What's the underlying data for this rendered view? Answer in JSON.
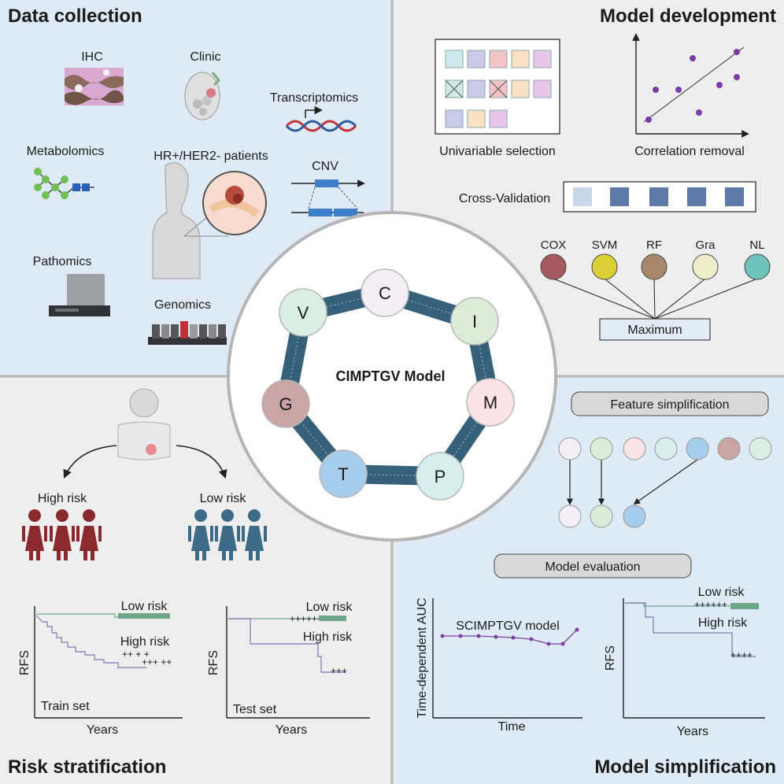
{
  "quadrants": {
    "data_collection": {
      "title": "Data collection",
      "labels": {
        "ihc": "IHC",
        "clinic": "Clinic",
        "transcriptomics": "Transcriptomics",
        "metabolomics": "Metabolomics",
        "patients": "HR+/HER2- patients",
        "cnv": "CNV",
        "pathomics": "Pathomics",
        "genomics": "Genomics"
      }
    },
    "model_development": {
      "title": "Model development",
      "univariable_selection": "Univariable selection",
      "correlation_removal": "Correlation removal",
      "cross_validation": "Cross-Validation",
      "algorithms": [
        {
          "name": "COX",
          "color": "#a65a5f"
        },
        {
          "name": "SVM",
          "color": "#d9d137"
        },
        {
          "name": "RF",
          "color": "#a8886a"
        },
        {
          "name": "Gra",
          "color": "#f1eecd"
        },
        {
          "name": "NL",
          "color": "#6ec3bc"
        }
      ],
      "maximum": "Maximum"
    },
    "risk_stratification": {
      "title": "Risk stratification",
      "high_risk": "High risk",
      "low_risk": "Low risk",
      "train_plot": {
        "ylabel": "RFS",
        "xlabel": "Years",
        "set_label": "Train set",
        "low": "Low risk",
        "high": "High risk"
      },
      "test_plot": {
        "ylabel": "RFS",
        "xlabel": "Years",
        "set_label": "Test set",
        "low": "Low risk",
        "high": "High risk"
      }
    },
    "model_simplification": {
      "title": "Model simplification",
      "feature_simplification": "Feature simplification",
      "model_evaluation": "Model evaluation",
      "auc_plot": {
        "ylabel": "Time-dependent AUC",
        "xlabel": "Time",
        "series": "SCIMPTGV model"
      },
      "km_plot": {
        "ylabel": "RFS",
        "xlabel": "Years",
        "low": "Low risk",
        "high": "High risk"
      }
    }
  },
  "center": {
    "title": "CIMPTGV Model",
    "nodes": [
      {
        "letter": "C",
        "color": "#f3eef8"
      },
      {
        "letter": "I",
        "color": "#dcecd8"
      },
      {
        "letter": "M",
        "color": "#fbe3e6"
      },
      {
        "letter": "P",
        "color": "#d6eeee"
      },
      {
        "letter": "T",
        "color": "#a7cdec"
      },
      {
        "letter": "G",
        "color": "#c9a5a5"
      },
      {
        "letter": "V",
        "color": "#dbefe4"
      }
    ]
  },
  "colors": {
    "panel_blue": "#deebf6",
    "panel_gray": "#efeeee",
    "ring": "#36607a",
    "high_risk": "#8a2a2e",
    "low_risk": "#3d6b85",
    "low_curve": "#6ea68a",
    "high_curve": "#7f77b0"
  }
}
